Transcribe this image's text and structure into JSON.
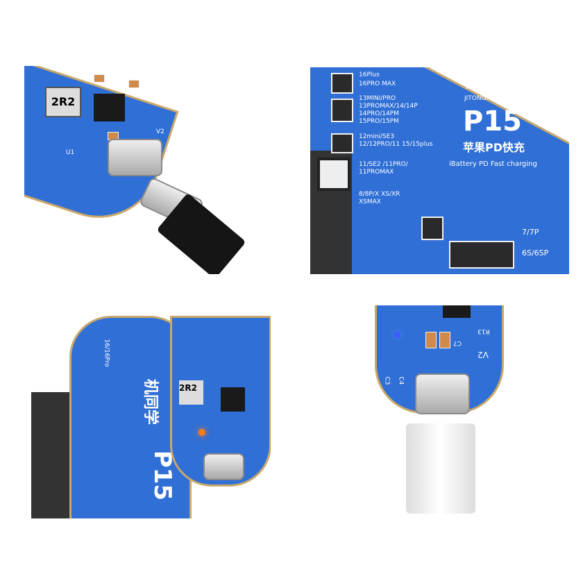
{
  "board": {
    "brand_cn": "机同学",
    "brand_en": "JITONGXUE",
    "model": "P15",
    "title_cn": "苹果PD快充",
    "subtitle": "iBattery PD Fast charging",
    "inductor": "2R2",
    "labels": {
      "v2": "V2",
      "c7": "C7",
      "c3": "C3",
      "c4": "C4",
      "u1": "U1",
      "r13": "R13"
    },
    "slots": [
      "16/16Pro",
      "16Plus",
      "16PRO MAX",
      "13MINI/PRO 13PROMAX/14/14P 14PRO/14PM 15PRO/15PM",
      "12mini/SE3 12/12PRO/11 15/15plus",
      "11/SE2 /11PRO/ 11PROMAX",
      "8/8P/X XS/XR XSMAX",
      "7/7P",
      "6S/6SP"
    ]
  },
  "colors": {
    "pcb": "#2f6fd6",
    "led_blue": "#3b5bff",
    "led_orange": "#ff7a1a"
  }
}
